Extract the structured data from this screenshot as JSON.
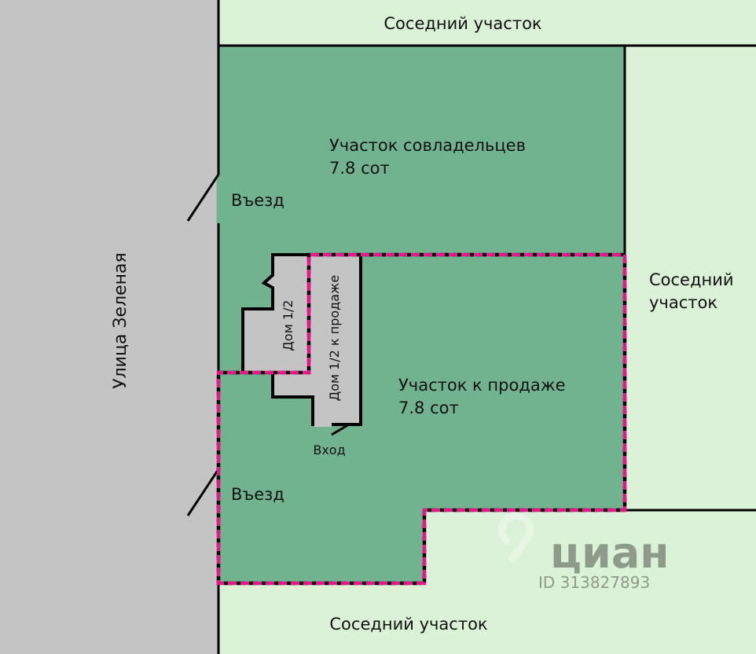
{
  "colors": {
    "street": "#c4c4c4",
    "neighbor": "#dcf2d8",
    "plot": "#72b38f",
    "house": "#c4c4c4",
    "border": "#000000",
    "sale_boundary": "#e6178a",
    "watermark": "#ffffff"
  },
  "street": {
    "label": "Улица Зеленая"
  },
  "neighbors": {
    "top": "Соседний участок",
    "right_line1": "Соседний",
    "right_line2": "участок",
    "bottom": "Соседний участок"
  },
  "co_owners_plot": {
    "title": "Участок совладельцев",
    "area": "7.8 сот"
  },
  "sale_plot": {
    "title": "Участок к продаже",
    "area": "7.8 сот"
  },
  "house": {
    "half_label": "Дом 1/2",
    "sale_half_label": "Дом 1/2 к продаже"
  },
  "entrances": {
    "upper": "Въезд",
    "lower": "Въезд",
    "door": "Вход"
  },
  "watermark": {
    "brand": "циан",
    "id": "ID 313827893"
  }
}
